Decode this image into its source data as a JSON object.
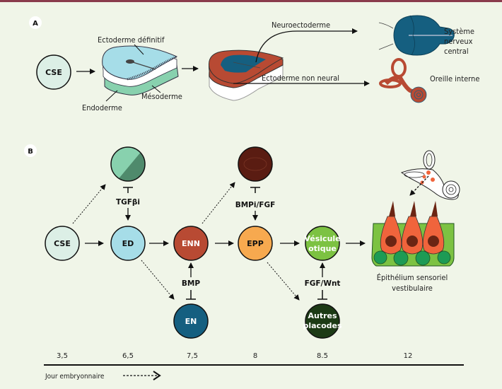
{
  "panels": {
    "a": {
      "label": "A",
      "start_node": "CSE",
      "labels": {
        "ectoderme_definitif": "Ectoderme définitif",
        "mesoderme": "Mésoderme",
        "endoderme": "Endoderme",
        "neuroectoderme": "Neuroectoderme",
        "ectoderme_non_neural": "Ectoderme non neural",
        "snc_line1": "Système",
        "snc_line2": "nerveux",
        "snc_line3": "central",
        "oreille_interne": "Oreille interne"
      }
    },
    "b": {
      "label": "B",
      "nodes": {
        "cse": "CSE",
        "ed": "ED",
        "enn": "ENN",
        "epp": "EPP",
        "vesicule_line1": "Vésicule",
        "vesicule_line2": "otique",
        "en": "EN",
        "autres_line1": "Autres",
        "autres_line2": "placodes"
      },
      "signals": {
        "tgfb": "TGFβi",
        "bmpi_fgf": "BMPi/FGF",
        "bmp": "BMP",
        "fgf_wnt": "FGF/Wnt"
      },
      "epithelium_line1": "Épithélium sensoriel",
      "epithelium_line2": "vestibulaire",
      "timeline": {
        "days": [
          "3,5",
          "6,5",
          "7,5",
          "8",
          "8.5",
          "12"
        ],
        "axis_label": "Jour embryonnaire"
      }
    }
  },
  "colors": {
    "background": "#f0f5e8",
    "top_border": "#8a3b4c",
    "cse": "#dcefe6",
    "ed": "#a6dde8",
    "enn": "#b84a33",
    "epp": "#f7a94f",
    "vesicule": "#7cc242",
    "en": "#155f80",
    "autres": "#1c3a15",
    "mesoderm_light": "#88d1ae",
    "mesoderm_dark": "#4f8a6c",
    "dark_red": "#5a1c12"
  }
}
